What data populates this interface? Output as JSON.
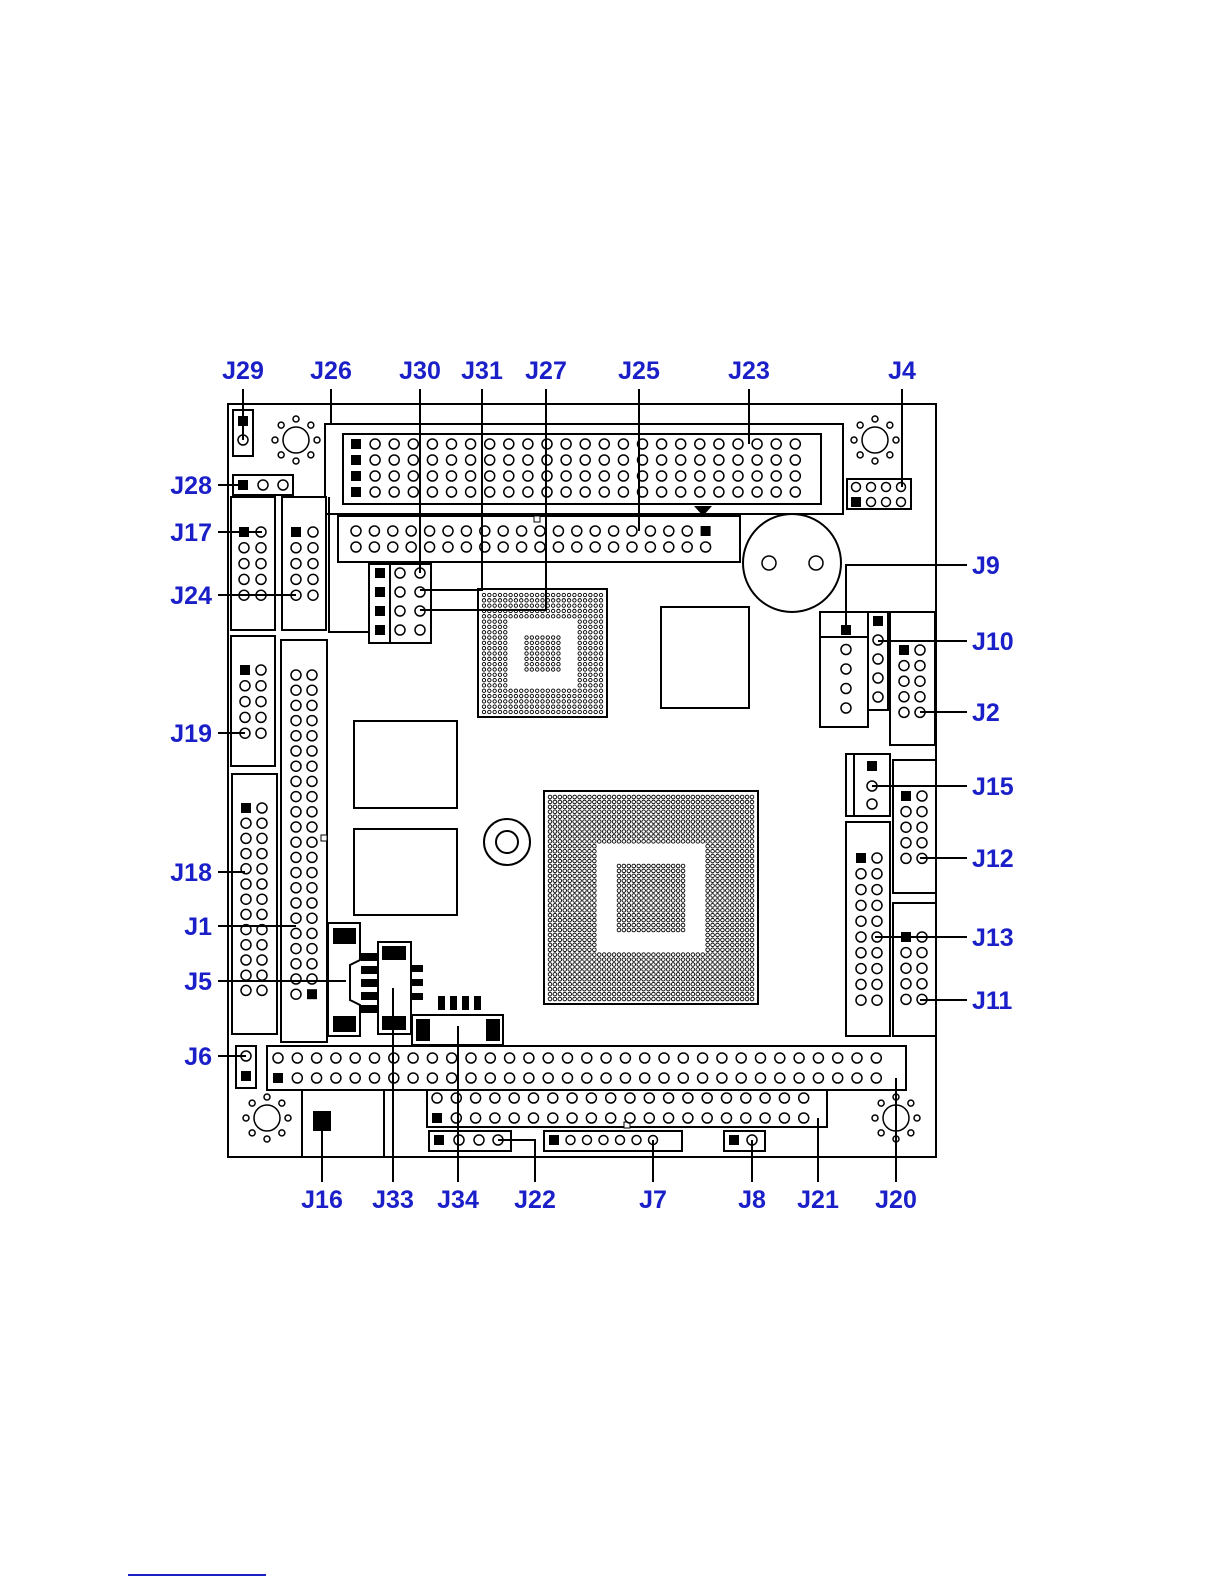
{
  "figure": {
    "background": "#ffffff",
    "board_outline_color": "#000000",
    "label_color": "#1a1fc8"
  },
  "labels": {
    "J29": "J29",
    "J26": "J26",
    "J30": "J30",
    "J31": "J31",
    "J27": "J27",
    "J25": "J25",
    "J23": "J23",
    "J4": "J4",
    "J28": "J28",
    "J17": "J17",
    "J24": "J24",
    "J9": "J9",
    "J10": "J10",
    "J2": "J2",
    "J19": "J19",
    "J15": "J15",
    "J12": "J12",
    "J18": "J18",
    "J1": "J1",
    "J13": "J13",
    "J5": "J5",
    "J11": "J11",
    "J6": "J6",
    "J16": "J16",
    "J33": "J33",
    "J34": "J34",
    "J22": "J22",
    "J7": "J7",
    "J8": "J8",
    "J21": "J21",
    "J20": "J20"
  }
}
